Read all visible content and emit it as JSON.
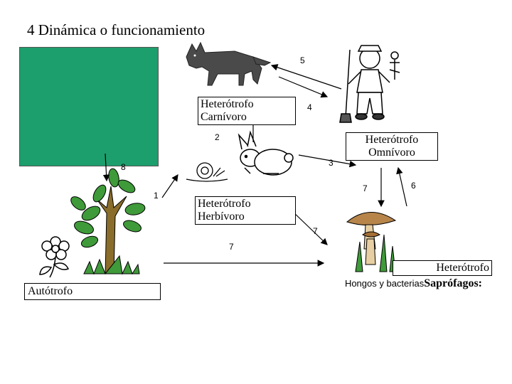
{
  "title": "4 Dinámica o funcionamiento",
  "labels": {
    "carnivore": [
      "Heterótrofo",
      "Carnívoro"
    ],
    "omnivore": [
      "Heterótrofo",
      "Omnívoro"
    ],
    "herbivore": [
      "Heterótrofo",
      "Herbívoro"
    ],
    "saprophyte_line1": "Heterótrofo",
    "saprophyte_line2": "Saprófagos:",
    "fungi_caption": "Hongos y bacterias",
    "autotroph": "Autótrofo"
  },
  "arrow_numbers": {
    "n1": "1",
    "n2": "2",
    "n3": "3",
    "n4": "4",
    "n5": "5",
    "n6": "6",
    "n7a": "7",
    "n7b": "7",
    "n7c": "7",
    "n8": "8"
  },
  "colors": {
    "ecosystem_box": "#1d9e6d",
    "wolf": "#4a4a4a",
    "leaf": "#3f9a3a",
    "trunk": "#8a6d2b"
  }
}
